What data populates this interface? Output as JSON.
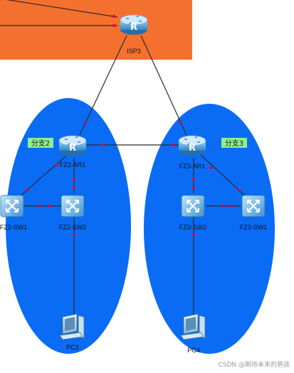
{
  "colors": {
    "isp_zone": "#f5702f",
    "branch_zone": "#0a6cf5",
    "link": "#2b2b2b",
    "port": "#e8003a",
    "tag_bg": "#8ef08e"
  },
  "devices": {
    "isp3": {
      "label": "ISP3",
      "type": "router",
      "icon": "router-icon"
    },
    "fz2_ar1": {
      "label": "FZ2-AR1",
      "type": "router",
      "icon": "router-icon"
    },
    "fz3_ar1": {
      "label": "FZ3-AR1",
      "type": "router",
      "icon": "router-icon"
    },
    "fz2_sw1": {
      "label": "FZ2-SW1",
      "type": "switch",
      "icon": "switch-icon"
    },
    "fz2_sw2": {
      "label": "FZ2-SW2",
      "type": "switch",
      "icon": "switch-icon"
    },
    "fz3_sw1": {
      "label": "FZ3-SW1",
      "type": "switch",
      "icon": "switch-icon"
    },
    "fz3_sw2": {
      "label": "FZ3-SW2",
      "type": "switch",
      "icon": "switch-icon"
    },
    "pc3": {
      "label": "PC3",
      "type": "pc",
      "icon": "pc-icon"
    },
    "pc4": {
      "label": "PC4",
      "type": "pc",
      "icon": "pc-icon"
    }
  },
  "branches": {
    "branch2": {
      "tag": "分支2"
    },
    "branch3": {
      "tag": "分支3"
    }
  },
  "watermark": "CSDN @期待未来的男孩"
}
